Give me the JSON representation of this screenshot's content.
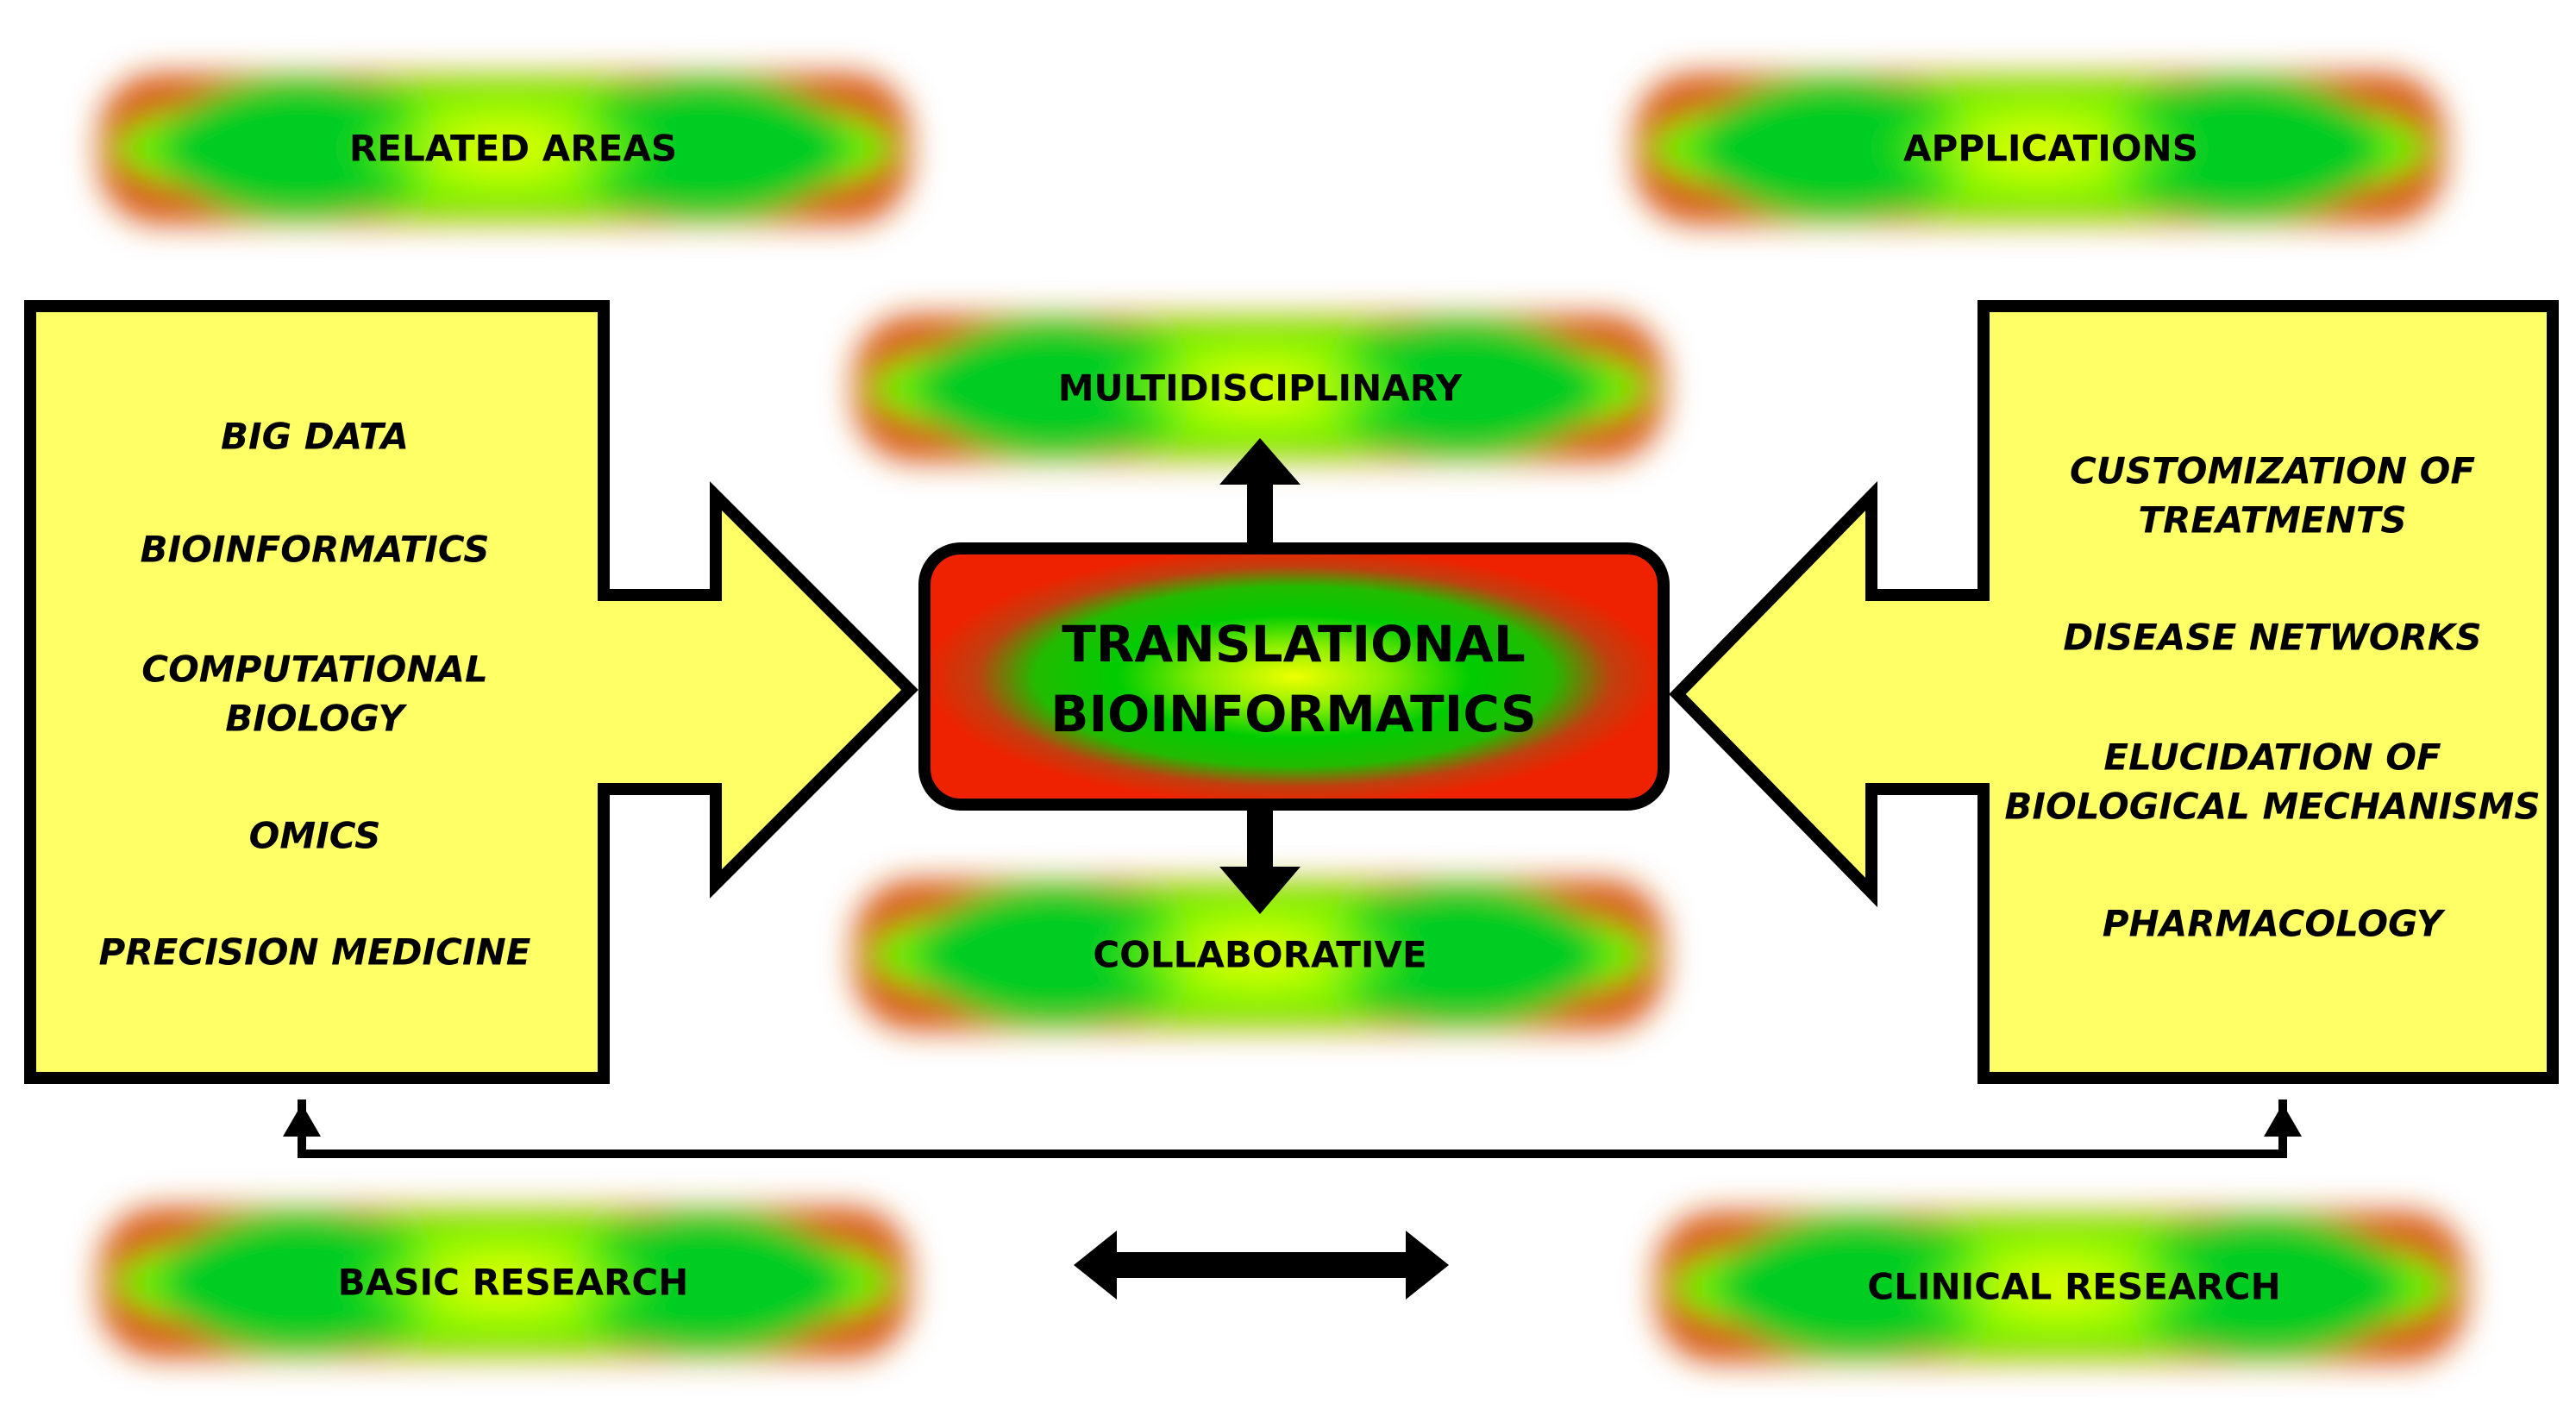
{
  "blobs": {
    "related_areas": "RELATED AREAS",
    "applications": "APPLICATIONS",
    "multidisciplinary": "MULTIDISCIPLINARY",
    "collaborative": "COLLABORATIVE",
    "basic_research": "BASIC RESEARCH",
    "clinical_research": "CLINICAL RESEARCH"
  },
  "center": {
    "line1": "TRANSLATIONAL",
    "line2": "BIOINFORMATICS"
  },
  "related_areas_items": [
    "BIG DATA",
    "BIOINFORMATICS",
    "COMPUTATIONAL",
    "BIOLOGY",
    "OMICS",
    "PRECISION MEDICINE"
  ],
  "applications_items": [
    "CUSTOMIZATION OF",
    "TREATMENTS",
    "DISEASE NETWORKS",
    "ELUCIDATION OF",
    "BIOLOGICAL MECHANISMS",
    "PHARMACOLOGY"
  ],
  "colors": {
    "panel_fill": "#ffff66",
    "outline": "#000000",
    "blob_red": "#e53a10",
    "blob_green": "#00cc00",
    "blob_yellow": "#ddff00"
  }
}
